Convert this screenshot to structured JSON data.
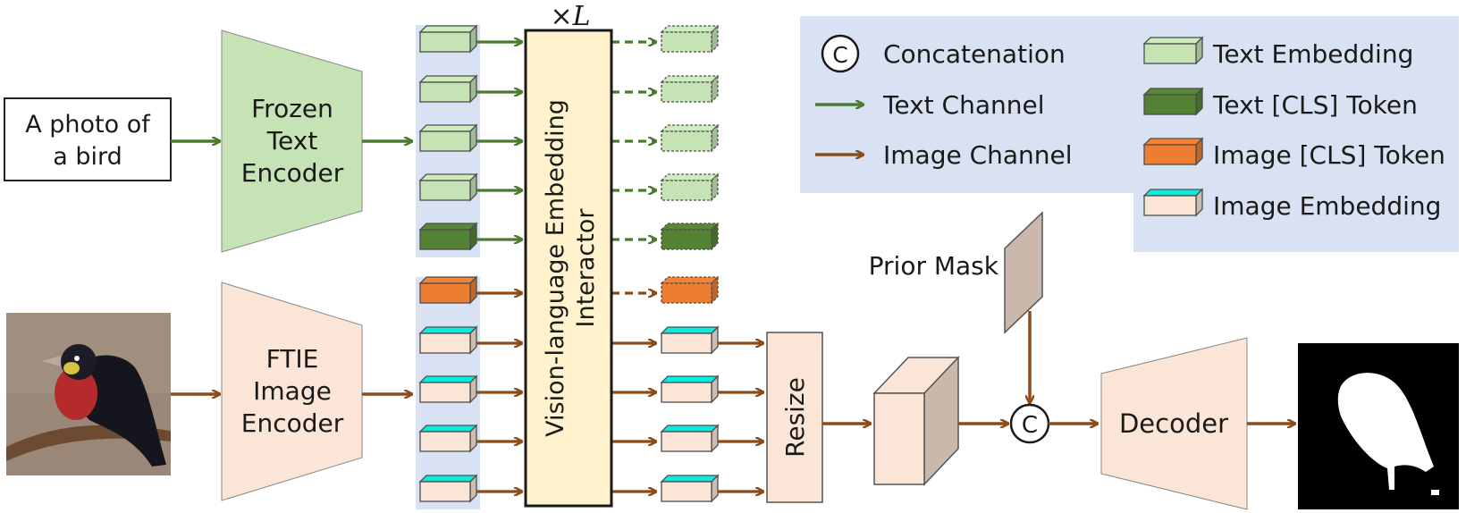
{
  "input_text": {
    "line1": "A photo of",
    "line2": "a bird"
  },
  "text_encoder": {
    "line1": "Frozen",
    "line2": "Text",
    "line3": "Encoder"
  },
  "image_encoder": {
    "line1": "FTIE",
    "line2": "Image",
    "line3": "Encoder"
  },
  "interactor": {
    "line1": "Vision-language Embedding",
    "line2": "Interactor",
    "repeat": "×L"
  },
  "resize_label": "Resize",
  "prior_mask_label": "Prior Mask",
  "concat_symbol": "C",
  "decoder_label": "Decoder",
  "legend": {
    "concatenation": "Concatenation",
    "text_channel": "Text Channel",
    "image_channel": "Image Channel",
    "text_embedding": "Text Embedding",
    "text_cls_token": "Text [CLS] Token",
    "image_cls_token": "Image [CLS] Token",
    "image_embedding": "Image Embedding"
  },
  "colors": {
    "text_green_light": "#c6e3b6",
    "text_green_dark": "#548235",
    "arrow_green": "#4a7a2e",
    "arrow_brown": "#8b4c1c",
    "image_orange": "#ed7d31",
    "image_peach": "#fbe5d6",
    "legend_bg": "#d9e2f3",
    "interactor_fill": "#fff2cc",
    "mask_taupe": "#c9b8ab"
  }
}
